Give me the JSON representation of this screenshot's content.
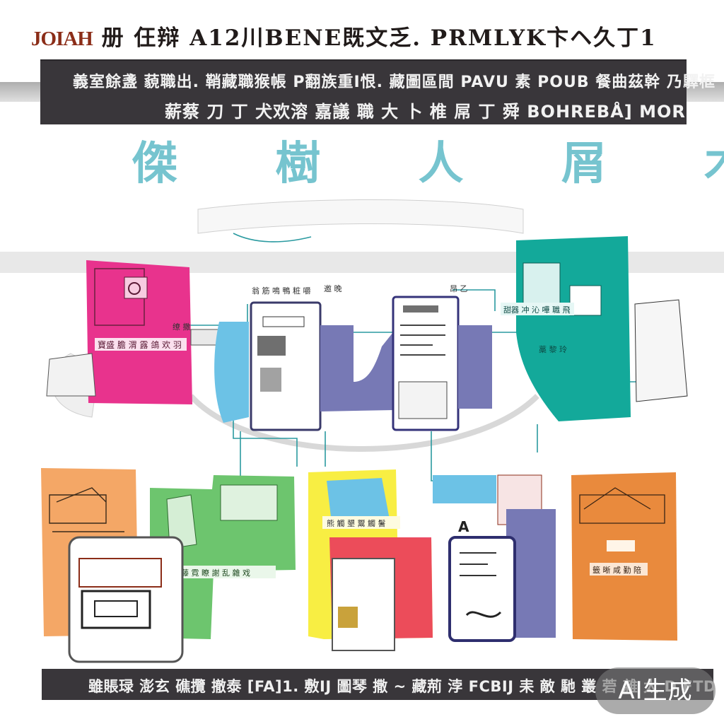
{
  "poster": {
    "headline_mark": "JOIAH",
    "headline": "册 仼辩 A12川BENE既文乏. PRMLYK卞ヘ久丁1",
    "band_line1": "義室餘盞 藐職出. 鞘藏職猴帳 P翻族重I恨. 藏圖區間 PAVU 素 POUB 餐曲茲幹 乃驛框",
    "band_line2": "薪蔡 刀 丁 犬欢溶 嘉議 職 大 卜 椎 屌 丁 舜 BOHREBÅ] MOR",
    "big_heading": "傑 樹 人 屑 木",
    "footer_text": "雖賬琭 澎玄 礁攬 撤泰 [FA]1. 敷IJ 圖琴 撒 ~ 藏荊 浡 FCBIJ 耒 敵 馳 叢 菪 雜 太 D FTD",
    "badge": "AI生成"
  },
  "labels": {
    "left_pink": "寶盛 膽 渭 露 鴿 欢 羽",
    "left_small": "缭 撒",
    "center_top1": "翁 筋 鳴 鴨 粧 嚼",
    "center_top2": "邀 晚",
    "right_teal1": "甜器 冲 沁 嘩 職 飛",
    "right_teal2": "藁 黎 玲",
    "right_top": "昂 乙",
    "green": "藤 霓 瞭 謝 乱 雜 戏",
    "yellow": "熊 觸 墾 鬻 觸 鬐",
    "violet": "A",
    "orange": "籤 晰 咸 勤 陪"
  },
  "colors": {
    "pink": "#e8338d",
    "teal": "#13a99a",
    "sky": "#6cc2e6",
    "violet": "#7779b5",
    "orange_light": "#f4a766",
    "green": "#6dc56e",
    "yellow": "#f8ee43",
    "red": "#ea3e5c",
    "orange": "#e98a3d",
    "band": "#39363a"
  }
}
